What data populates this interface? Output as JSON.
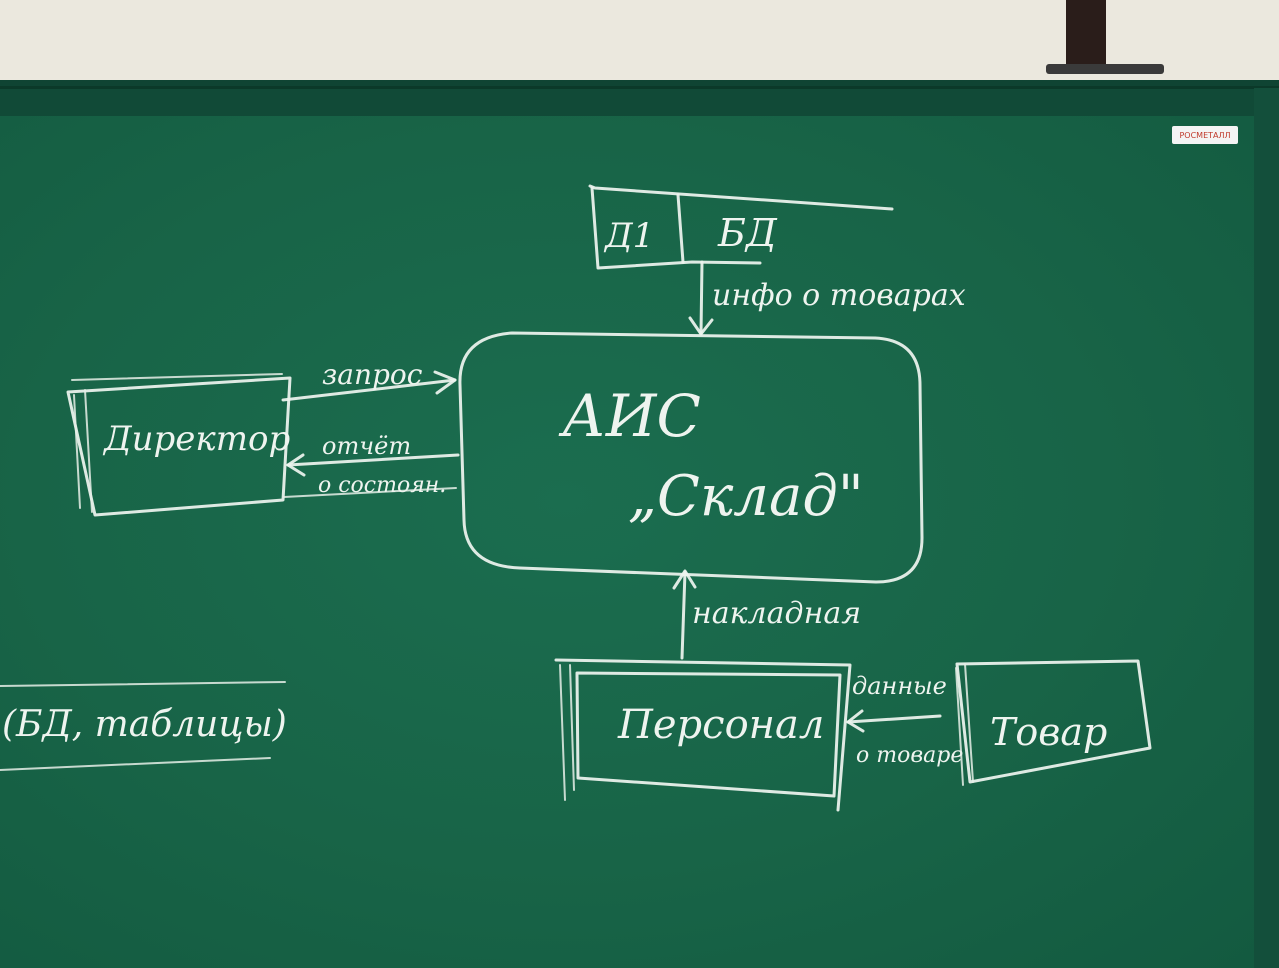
{
  "datastore": {
    "id": "Д1",
    "name": "БД"
  },
  "process": {
    "line1": "АИС",
    "line2": "„Склад\""
  },
  "entities": {
    "director": "Директор",
    "personnel": "Персонал",
    "goods": "Товар"
  },
  "flows": {
    "goods_info": "инфо о товарах",
    "request": "запрос",
    "report_line1": "отчёт",
    "report_line2": "о состоян.",
    "invoice": "накладная",
    "goods_data_line1": "данные",
    "goods_data_line2": "о товаре"
  },
  "notes": {
    "left_note": "(БД, таблицы)"
  },
  "brand": {
    "label": "РОСМЕТАЛЛ"
  },
  "colors": {
    "board": "#186447",
    "chalk": "#eef4ef"
  }
}
